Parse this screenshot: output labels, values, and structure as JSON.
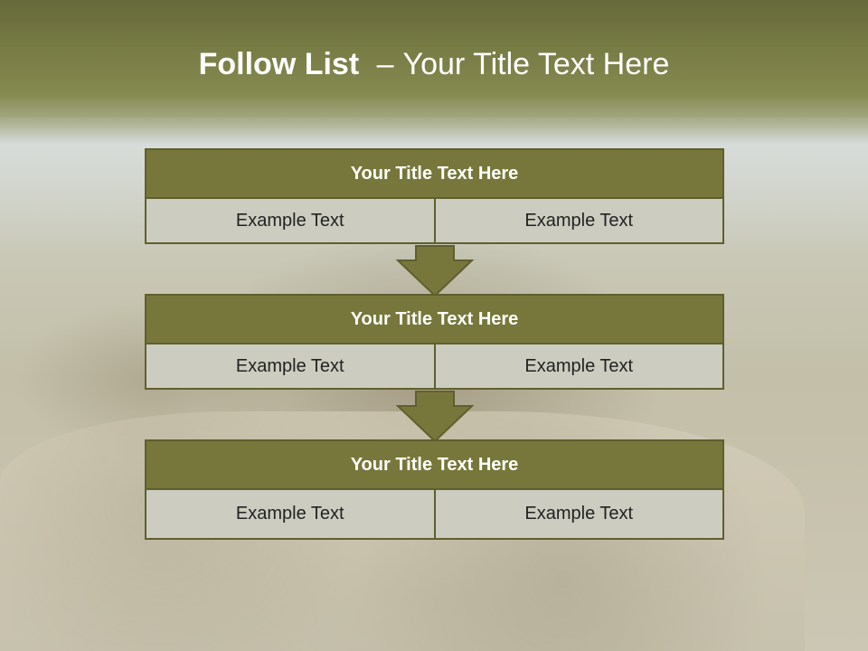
{
  "slide": {
    "title_lead": "Follow List",
    "title_separator": "–",
    "title_rest": "Your Title Text Here"
  },
  "steps": [
    {
      "title": "Your Title Text Here",
      "left": "Example Text",
      "right": "Example Text"
    },
    {
      "title": "Your Title Text Here",
      "left": "Example Text",
      "right": "Example Text"
    },
    {
      "title": "Your Title Text Here",
      "left": "Example Text",
      "right": "Example Text"
    }
  ],
  "colors": {
    "banner": "#787c45",
    "block_title": "#77773b",
    "block_cell": "#cccdc0",
    "border": "#5f5f2e",
    "arrow": "#77773b"
  },
  "icons": {
    "connector": "down-arrow-icon"
  }
}
